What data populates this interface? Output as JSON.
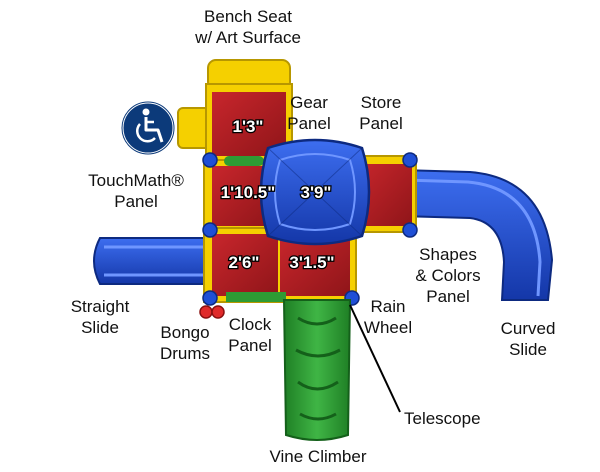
{
  "labels": {
    "bench_seat_1": "Bench Seat",
    "bench_seat_2": "w/ Art Surface",
    "gear_panel_1": "Gear",
    "gear_panel_2": "Panel",
    "store_panel_1": "Store",
    "store_panel_2": "Panel",
    "touchmath_1": "TouchMath®",
    "touchmath_2": "Panel",
    "shapes_colors_1": "Shapes",
    "shapes_colors_2": "& Colors",
    "shapes_colors_3": "Panel",
    "straight_slide_1": "Straight",
    "straight_slide_2": "Slide",
    "bongo_drums_1": "Bongo",
    "bongo_drums_2": "Drums",
    "clock_panel_1": "Clock",
    "clock_panel_2": "Panel",
    "rain_wheel_1": "Rain",
    "rain_wheel_2": "Wheel",
    "curved_slide_1": "Curved",
    "curved_slide_2": "Slide",
    "telescope": "Telescope",
    "vine_climber": "Vine Climber"
  },
  "dimensions": {
    "deck_top": "1'3\"",
    "deck_mid_left": "1'10.5\"",
    "deck_center": "3'9\"",
    "deck_bottom_left": "2'6\"",
    "deck_bottom_right": "3'1.5\""
  },
  "icons": {
    "accessibility": "wheelchair-accessibility-icon"
  },
  "colors": {
    "deck_red": "#b21d23",
    "frame_yellow": "#f5d000",
    "slide_blue": "#1f4fd6",
    "climber_green": "#2e9b34",
    "badge_navy": "#0c3a7a"
  }
}
